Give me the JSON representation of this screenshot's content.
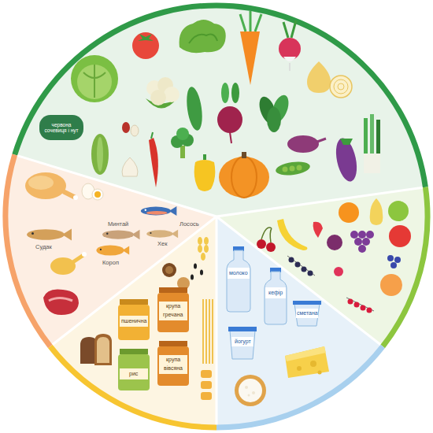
{
  "diagram": {
    "labels": [
      "червона сочевиця і нут",
      "Минтай",
      "Лосось",
      "Судак",
      "Хек",
      "Короп",
      "пшенична",
      "крупа",
      "гречана",
      "рис",
      "крупа",
      "вівсяна",
      "молоко",
      "кефір",
      "сметана",
      "йогурт"
    ]
  }
}
